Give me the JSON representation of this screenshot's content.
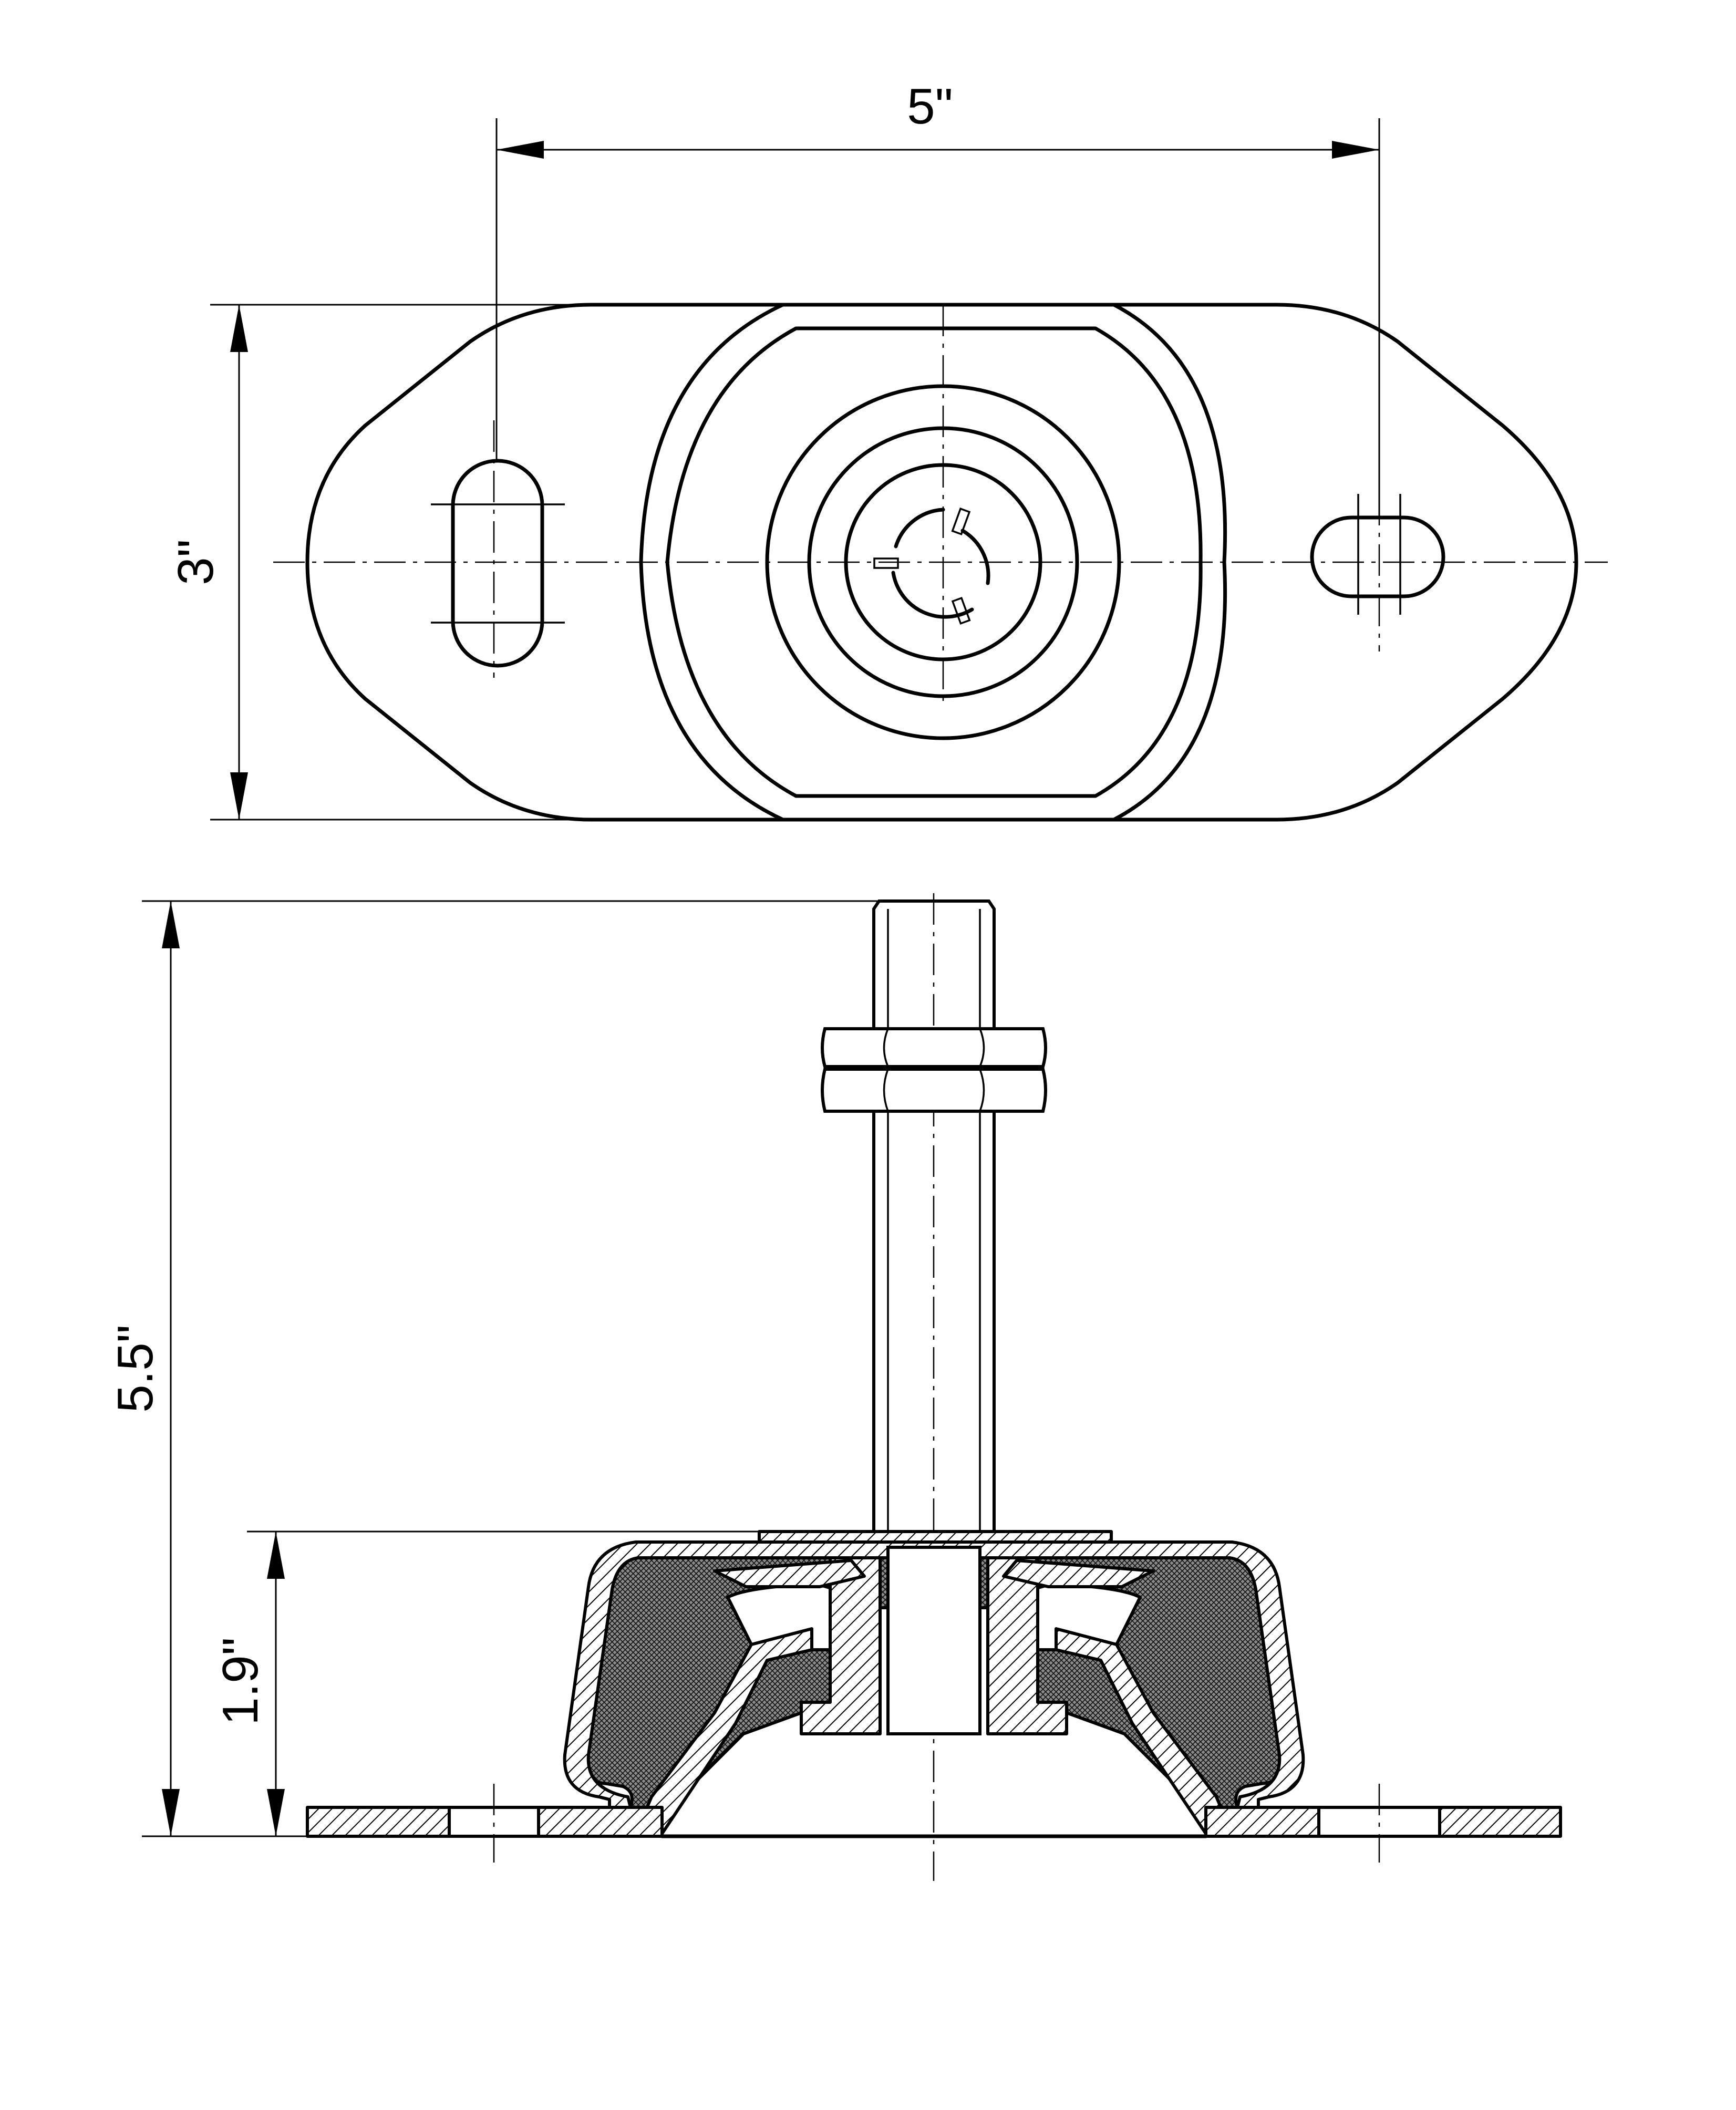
{
  "dimensions": {
    "hole_spacing": "5\"",
    "base_width": "3\"",
    "total_height": "5.5\"",
    "mount_height": "1.9\""
  }
}
